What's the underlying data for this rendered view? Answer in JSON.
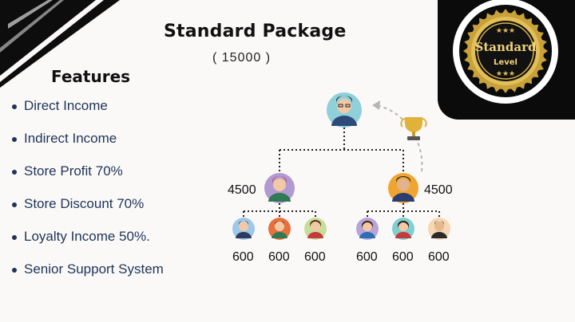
{
  "slide": {
    "title": "Standard Package",
    "price": "( 15000 )",
    "features_heading": "Features",
    "features": [
      "Direct Income",
      "Indirect Income",
      "Store Profit 70%",
      "Store Discount 70%",
      "Loyalty Income 50%.",
      "Senior Support System"
    ]
  },
  "badge": {
    "line1": "Standard",
    "line2": "Level",
    "stars": "★★★"
  },
  "tree": {
    "left_amount": "4500",
    "right_amount": "4500",
    "leaf_amounts": [
      "600",
      "600",
      "600",
      "600",
      "600",
      "600"
    ]
  },
  "colors": {
    "text_blue": "#1d3557",
    "gold": "#c9a13a",
    "badge_bg": "#0b0b0b"
  },
  "icons": [
    "trophy-icon",
    "person-avatar-icon",
    "seal-badge-icon"
  ]
}
